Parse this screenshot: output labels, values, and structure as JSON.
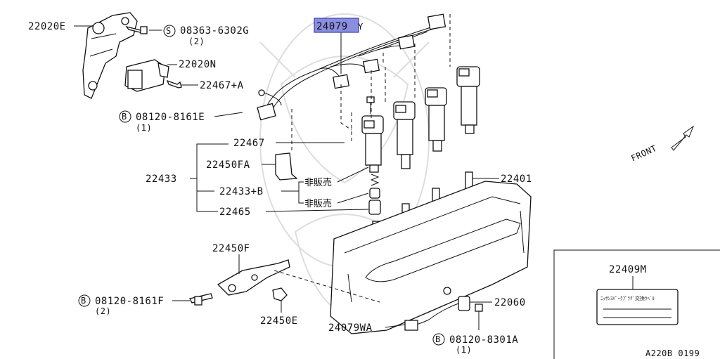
{
  "highlight_color": "#8a8ee0",
  "parts": {
    "p22020E": "22020E",
    "p08363": "08363-6302G",
    "p08363_qty": "(2)",
    "p22020N": "22020N",
    "p22467A": "22467+A",
    "p08120E": "08120-8161E",
    "p08120E_qty": "(1)",
    "p24079": "24079",
    "p24079_suffix": "Y",
    "p22467": "22467",
    "p22450FA": "22450FA",
    "p22433": "22433",
    "p22433B": "22433+B",
    "p22465": "22465",
    "p22401": "22401",
    "p22450F": "22450F",
    "p08120F": "08120-8161F",
    "p08120F_qty": "(2)",
    "p22450E": "22450E",
    "p24079WA": "24079WA",
    "p22060": "22060",
    "p08120_8301A": "08120-8301A",
    "p08120_8301A_qty": "(1)",
    "p22409M": "22409M"
  },
  "notes": {
    "not_for_sale_1": "非販売",
    "not_for_sale_2": "非販売",
    "front": "FRONT",
    "diagram_code": "A220B 0199",
    "label_text": "ﾆｯｻﾝｽﾊﾟｰｸﾌﾟﾗｸﾞ交換ﾗﾍﾞﾙ"
  },
  "symbols": {
    "bolt_b": "B",
    "screw_s": "S"
  }
}
